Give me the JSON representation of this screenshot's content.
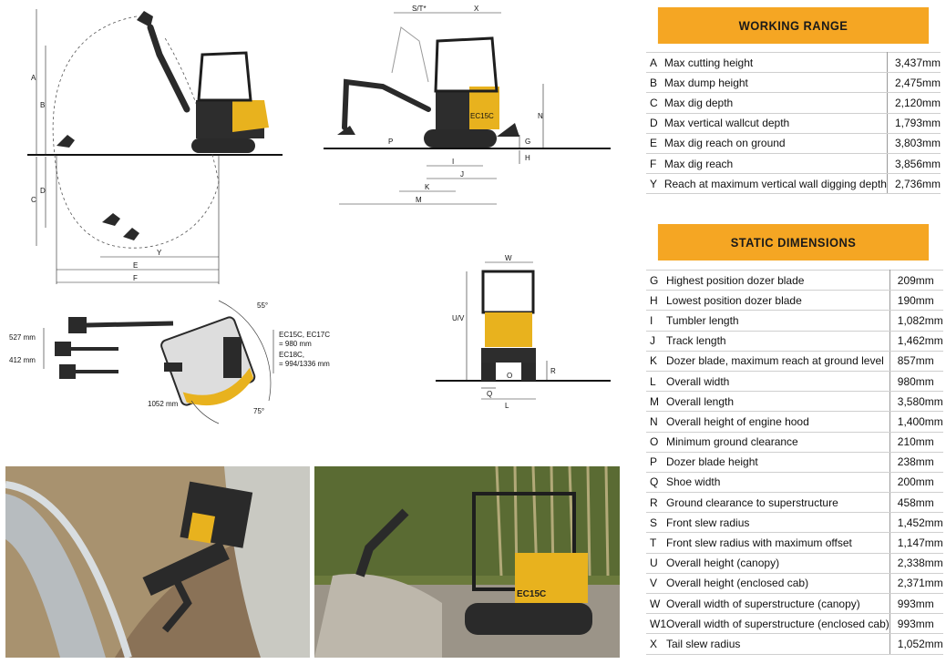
{
  "working_range": {
    "title": "WORKING RANGE",
    "rows": [
      {
        "letter": "A",
        "label": "Max cutting height",
        "value": "3,437mm"
      },
      {
        "letter": "B",
        "label": "Max dump height",
        "value": "2,475mm"
      },
      {
        "letter": "C",
        "label": "Max dig depth",
        "value": "2,120mm"
      },
      {
        "letter": "D",
        "label": "Max vertical wallcut depth",
        "value": "1,793mm"
      },
      {
        "letter": "E",
        "label": "Max dig reach on ground",
        "value": "3,803mm"
      },
      {
        "letter": "F",
        "label": "Max dig reach",
        "value": "3,856mm"
      },
      {
        "letter": "Y",
        "label": "Reach at maximum vertical wall digging depth",
        "value": "2,736mm"
      }
    ]
  },
  "static_dimensions": {
    "title": "STATIC DIMENSIONS",
    "rows": [
      {
        "letter": "G",
        "label": "Highest position dozer blade",
        "value": "209mm"
      },
      {
        "letter": "H",
        "label": "Lowest position dozer blade",
        "value": "190mm"
      },
      {
        "letter": "I",
        "label": "Tumbler length",
        "value": "1,082mm"
      },
      {
        "letter": "J",
        "label": "Track length",
        "value": "1,462mm"
      },
      {
        "letter": "K",
        "label": "Dozer blade, maximum reach at ground level",
        "value": "857mm"
      },
      {
        "letter": "L",
        "label": "Overall width",
        "value": "980mm"
      },
      {
        "letter": "M",
        "label": "Overall length",
        "value": "3,580mm"
      },
      {
        "letter": "N",
        "label": "Overall height of engine hood",
        "value": "1,400mm"
      },
      {
        "letter": "O",
        "label": "Minimum ground clearance",
        "value": "210mm"
      },
      {
        "letter": "P",
        "label": "Dozer blade height",
        "value": "238mm"
      },
      {
        "letter": "Q",
        "label": "Shoe width",
        "value": "200mm"
      },
      {
        "letter": "R",
        "label": "Ground clearance to superstructure",
        "value": "458mm"
      },
      {
        "letter": "S",
        "label": "Front slew radius",
        "value": "1,452mm"
      },
      {
        "letter": "T",
        "label": "Front slew radius with maximum offset",
        "value": "1,147mm"
      },
      {
        "letter": "U",
        "label": "Overall height (canopy)",
        "value": "2,338mm"
      },
      {
        "letter": "V",
        "label": "Overall height (enclosed cab)",
        "value": "2,371mm"
      },
      {
        "letter": "W",
        "label": "Overall width of superstructure (canopy)",
        "value": "993mm"
      },
      {
        "letter": "W1",
        "label": "Overall width of superstructure (enclosed cab)",
        "value": "993mm"
      },
      {
        "letter": "X",
        "label": "Tail slew radius",
        "value": "1,052mm"
      }
    ]
  },
  "diagram_labels": {
    "side": {
      "A": "A",
      "B": "B",
      "C": "C",
      "D": "D",
      "Y": "Y",
      "E": "E",
      "F": "F"
    },
    "profile": {
      "ST": "S/T*",
      "X": "X",
      "N": "N",
      "G": "G",
      "H": "H",
      "P": "P",
      "I": "I",
      "J": "J",
      "K": "K",
      "M": "M"
    },
    "front": {
      "W": "W",
      "UV": "U/V",
      "R": "R",
      "O": "O",
      "Q": "Q",
      "L": "L"
    },
    "top": {
      "d527": "527 mm",
      "d412": "412 mm",
      "d1052": "1052 mm",
      "a55": "55°",
      "a75": "75°",
      "note1": "EC15C, EC17C",
      "note2": "= 980 mm",
      "note3": "EC18C,",
      "note4": "= 994/1336 mm"
    },
    "machine_model": "EC15C"
  },
  "colors": {
    "accent": "#f5a623",
    "machine_yellow": "#e8b21e",
    "dark": "#1e1e1e"
  }
}
